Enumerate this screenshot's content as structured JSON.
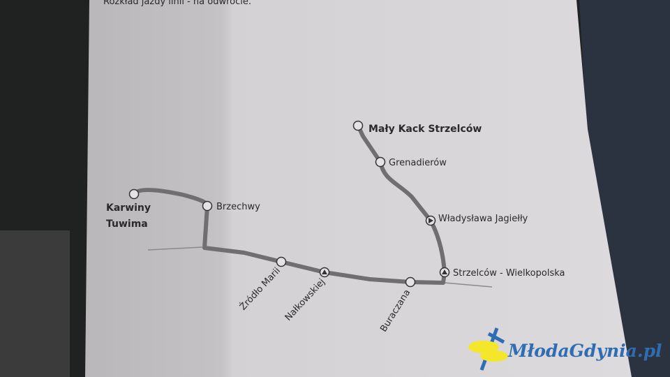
{
  "header_text": "Rozkład jazdy linii - na odwrocie.",
  "route": {
    "line_color": "#6f6f6f",
    "stops": [
      {
        "name": "Karwiny",
        "name2": "Tuwima",
        "marker": "circle",
        "terminus": true
      },
      {
        "name": "Brzechwy",
        "marker": "circle"
      },
      {
        "name": "Źródło Marii",
        "marker": "circle"
      },
      {
        "name": "Nałkowskiej",
        "marker": "triangle"
      },
      {
        "name": "Buraczana",
        "marker": "circle"
      },
      {
        "name": "Strzelców - Wielkopolska",
        "marker": "triangle"
      },
      {
        "name": "Władysława Jagiełły",
        "marker": "triangle"
      },
      {
        "name": "Grenadierów",
        "marker": "circle"
      },
      {
        "name": "Mały Kack Strzelców",
        "marker": "circle",
        "terminus": true
      }
    ]
  },
  "watermark": {
    "text": "MłodaGdynia.pl",
    "text_color": "#2f6db3",
    "fish_color": "#f4e62a"
  }
}
